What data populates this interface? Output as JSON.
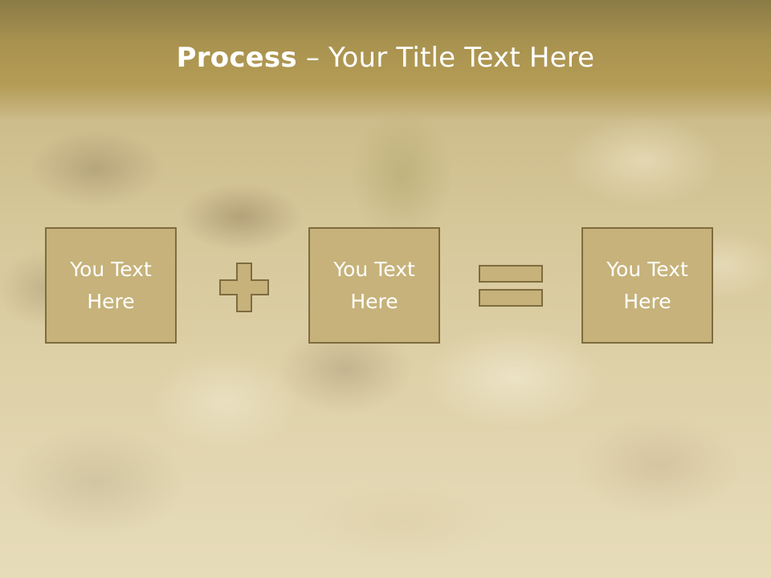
{
  "title": {
    "bold": "Process",
    "separator": " – ",
    "rest": "Your Title Text Here"
  },
  "boxes": [
    {
      "line1": "You Text",
      "line2": "Here"
    },
    {
      "line1": "You Text",
      "line2": "Here"
    },
    {
      "line1": "You Text",
      "line2": "Here"
    }
  ],
  "operators": [
    "plus-icon",
    "equals-icon"
  ],
  "colors": {
    "box_fill": "#c6b27a",
    "box_border": "#7e6c3f",
    "title_band": "#a8924f",
    "text": "#ffffff"
  }
}
